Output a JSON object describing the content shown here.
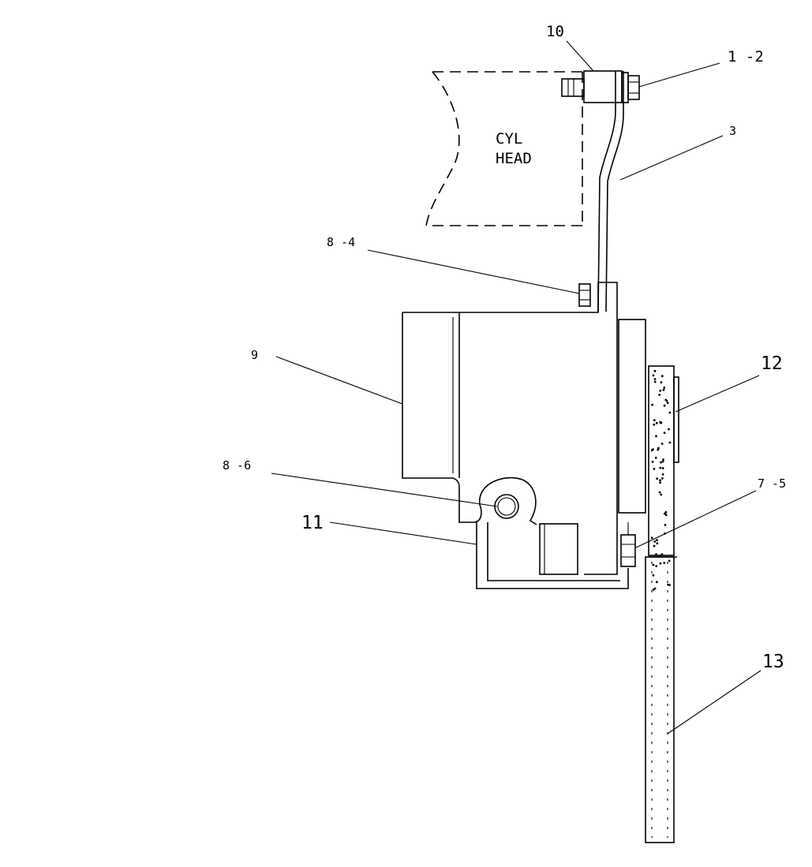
{
  "diagram": {
    "cylinder_head_label": [
      "CYL",
      "HEAD"
    ],
    "callouts": {
      "c10": "10",
      "c1_2": "1 -2",
      "c3": "3",
      "c8_4": "8 -4",
      "c9": "9",
      "c12": "12",
      "c8_6": "8 -6",
      "c7_5": "7 -5",
      "c11": "11",
      "c13": "13"
    }
  }
}
